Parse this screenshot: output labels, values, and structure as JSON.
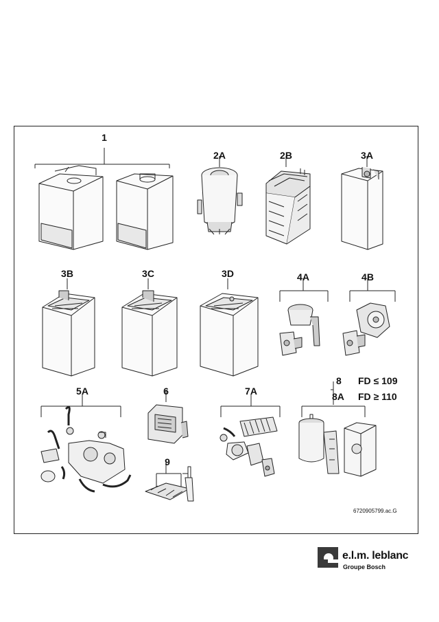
{
  "labels": {
    "p1": "1",
    "p2a": "2A",
    "p2b": "2B",
    "p3a": "3A",
    "p3b": "3B",
    "p3c": "3C",
    "p3d": "3D",
    "p4a": "4A",
    "p4b": "4B",
    "p5a": "5A",
    "p6": "6",
    "p7a": "7A",
    "p8": "8",
    "p8_note": "FD ≤ 109",
    "p8a": "8A",
    "p8a_note": "FD ≥ 110",
    "p9": "9"
  },
  "reference": "6720905799.ac.G",
  "logo": {
    "name": "e.l.m. leblanc",
    "subtitle": "Groupe Bosch"
  }
}
